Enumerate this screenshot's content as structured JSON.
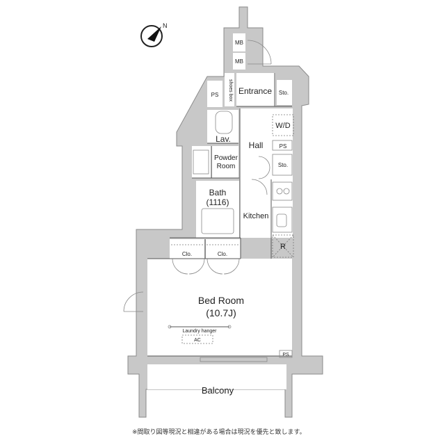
{
  "rooms": {
    "mb1": "MB",
    "mb2": "MB",
    "ps_top": "PS",
    "shoes_box": "shoes box",
    "entrance": "Entrance",
    "sto_entrance": "Sto.",
    "wd": "W/D",
    "ps_hall": "PS",
    "hall": "Hall",
    "sto_hall": "Sto.",
    "lav": "Lav.",
    "powder_room": [
      "Powder",
      "Room"
    ],
    "bath": [
      "Bath",
      "(1116)"
    ],
    "kitchen": "Kitchen",
    "refrigerator": "R",
    "clo1": "Clo.",
    "clo2": "Clo.",
    "bed_room": [
      "Bed Room",
      "(10.7J)"
    ],
    "laundry_hanger": "Laundry hanger",
    "ac": "AC",
    "ps_bed": "PS",
    "balcony": "Balcony"
  },
  "compass": "N",
  "footnote": "※間取り図等現況と相違がある場合は現況を優先と致します。",
  "colors": {
    "wall": "#c8c8c8",
    "line": "#555555"
  }
}
